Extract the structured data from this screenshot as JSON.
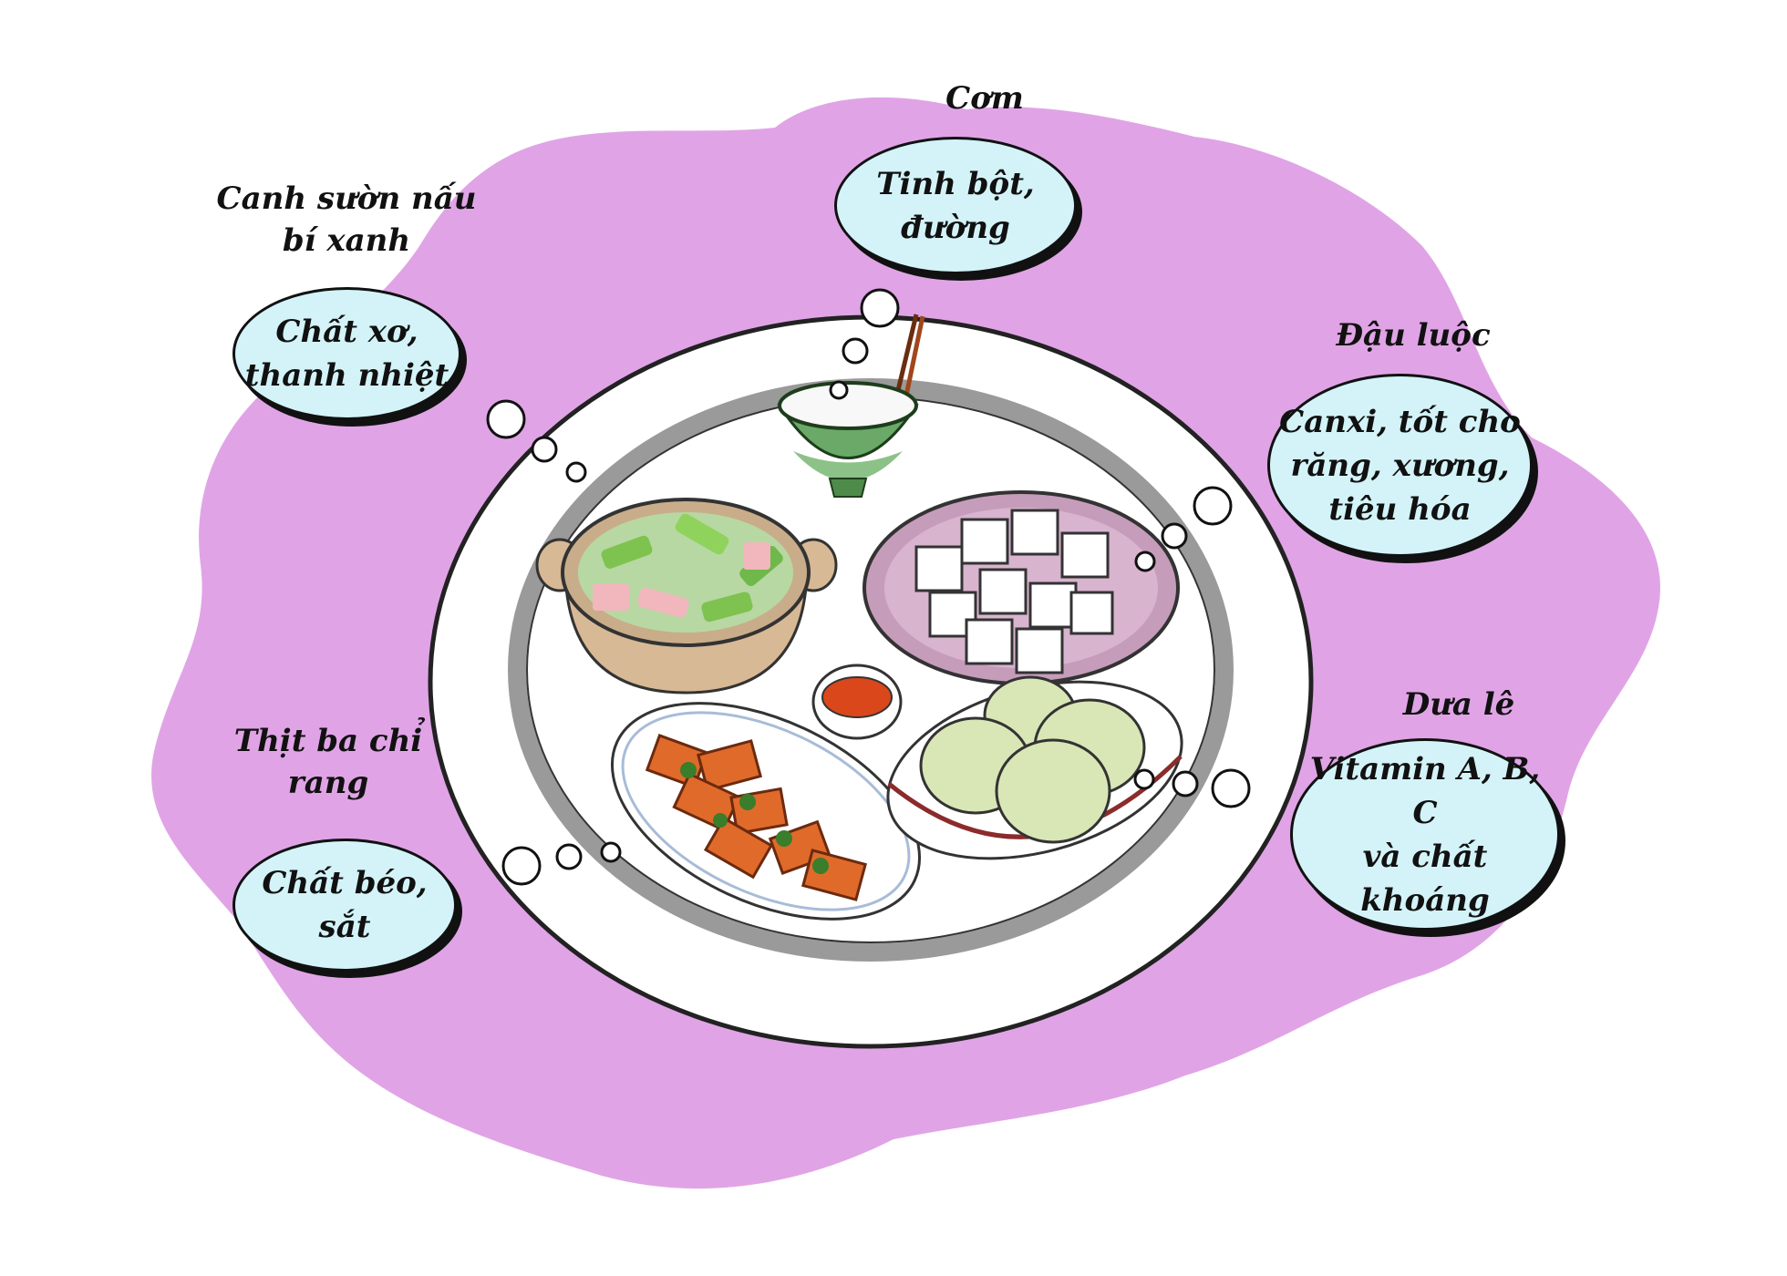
{
  "dishes": {
    "com": {
      "name": "Cơm",
      "nutrient_line1": "Tinh bột,",
      "nutrient_line2": "đường"
    },
    "canh": {
      "name_line1": "Canh sườn nấu",
      "name_line2": "bí xanh",
      "nutrient_line1": "Chất xơ,",
      "nutrient_line2": "thanh nhiệt"
    },
    "dau": {
      "name": "Đậu luộc",
      "nutrient_line1": "Canxi, tốt cho",
      "nutrient_line2": "răng, xương,",
      "nutrient_line3": "tiêu hóa"
    },
    "thit": {
      "name_line1": "Thịt ba chỉ",
      "name_line2": "rang",
      "nutrient": "Chất béo, sắt"
    },
    "dua": {
      "name": "Dưa lê",
      "nutrient_line1": "Vitamin A, B, C",
      "nutrient_line2": "và chất khoáng"
    }
  },
  "colors": {
    "background_blob": "#e0a4e6",
    "bubble_fill": "#d3f3f8",
    "tray": "#ffffff",
    "tray_ring": "#9a9a9a"
  },
  "icons": [
    "rice-bowl-icon",
    "chopsticks-icon",
    "soup-pot-icon",
    "tofu-plate-icon",
    "pork-plate-icon",
    "melon-plate-icon",
    "sauce-bowl-icon"
  ]
}
